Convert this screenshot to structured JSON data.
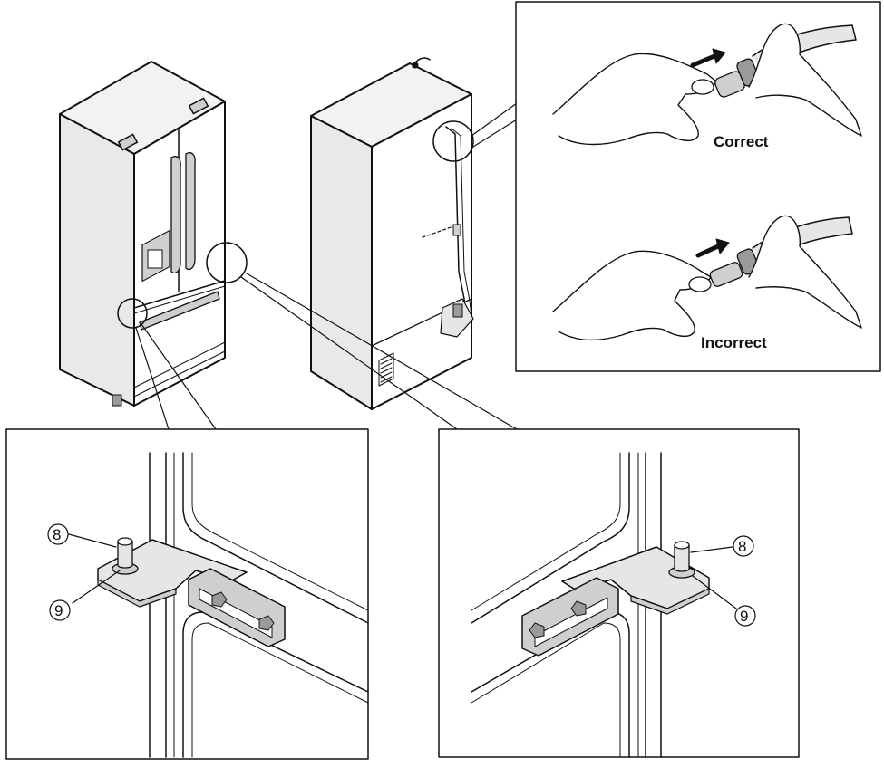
{
  "hose_panel": {
    "correct_label": "Correct",
    "incorrect_label": "Incorrect"
  },
  "callouts": {
    "left": {
      "top_number": "⑧",
      "bottom_number": "⑨"
    },
    "right": {
      "top_number": "⑧",
      "bottom_number": "⑨"
    }
  },
  "colors": {
    "line": "#111111",
    "fill_light": "#e6e6e6",
    "fill_mid": "#cfcfcf",
    "fill_dark": "#9a9a9a"
  }
}
